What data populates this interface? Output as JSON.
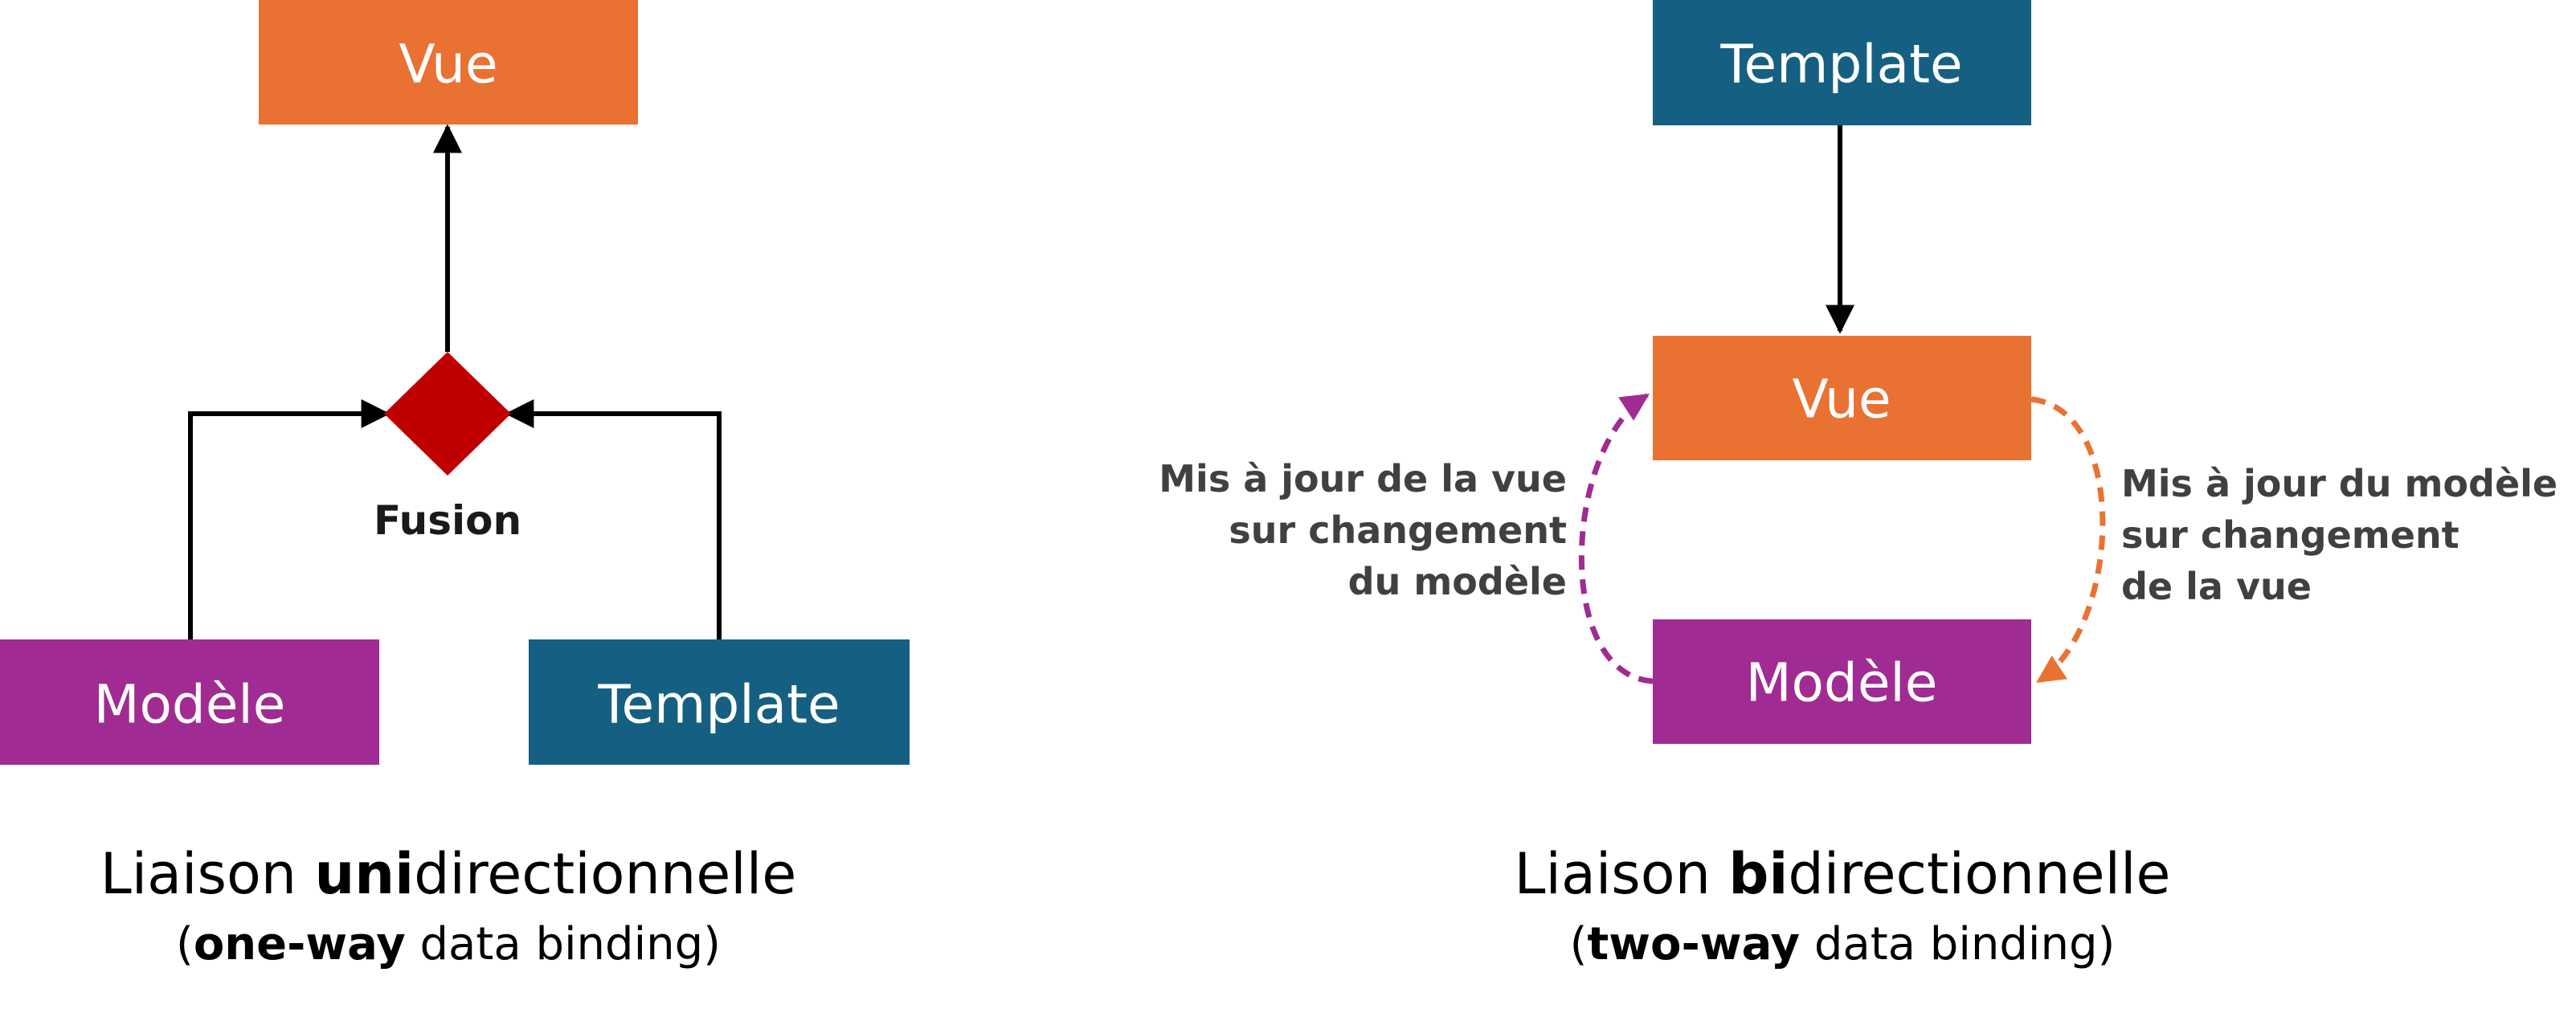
{
  "colors": {
    "vue": "#E97132",
    "modele": "#A02B93",
    "template": "#156082",
    "fusion": "#C00000",
    "arrow": "#000000",
    "dashed_purple": "#A02B93",
    "dashed_orange": "#E97132",
    "annotation_text": "#404040"
  },
  "one_way": {
    "vue_label": "Vue",
    "modele_label": "Modèle",
    "template_label": "Template",
    "fusion_label": "Fusion",
    "caption": {
      "line1_pre": "Liaison ",
      "line1_bold": "uni",
      "line1_post": "directionnelle",
      "line2_pre": "(",
      "line2_bold": "one-way",
      "line2_post": " data binding)"
    }
  },
  "two_way": {
    "template_label": "Template",
    "vue_label": "Vue",
    "modele_label": "Modèle",
    "left_annotation": [
      "Mis à jour de la vue",
      "sur changement",
      "du modèle"
    ],
    "right_annotation": [
      "Mis à jour du modèle",
      "sur changement",
      "de la vue"
    ],
    "caption": {
      "line1_pre": "Liaison ",
      "line1_bold": "bi",
      "line1_post": "directionnelle",
      "line2_pre": "(",
      "line2_bold": "two-way",
      "line2_post": " data binding)"
    }
  }
}
